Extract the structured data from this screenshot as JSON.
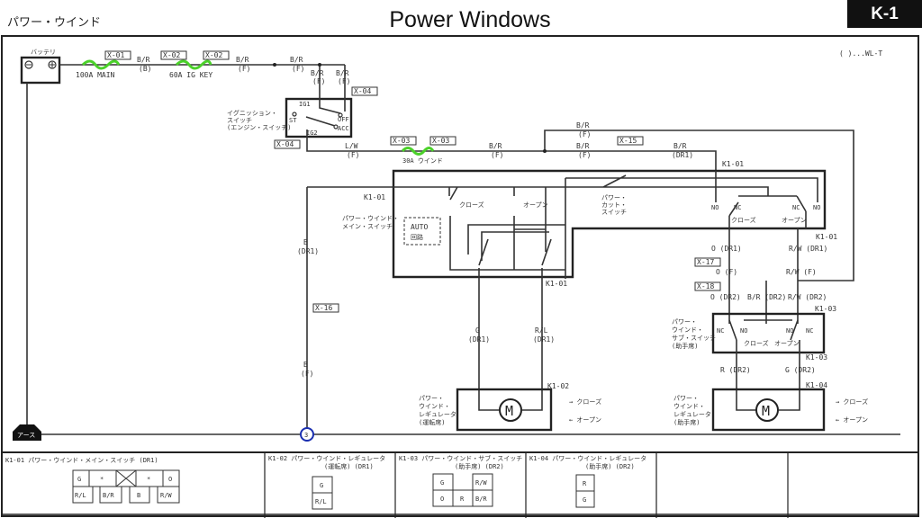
{
  "header": {
    "section_jp": "パワー・ウインド",
    "title": "Power Windows",
    "code": "K-1"
  },
  "legend_note": "( )...WL-T",
  "components": {
    "battery": "バッテリ",
    "fuse_main": "100A MAIN",
    "fuse_ig": "60A IG KEY",
    "fuse_window": "30A ウインド",
    "ignition_switch": [
      "イグニッション・",
      "スイッチ",
      "(エンジン・スイッチ)"
    ],
    "ig_terminals": {
      "ig1": "IG1",
      "ig2": "IG2",
      "st": "ST",
      "off": "OFF",
      "acc": "ACC"
    },
    "main_switch": [
      "パワー・ウインド・",
      "メイン・スイッチ"
    ],
    "auto": [
      "AUTO",
      "回路"
    ],
    "close": "クローズ",
    "open": "オープン",
    "power_cut": [
      "パワー・",
      "カット・",
      "スイッチ"
    ],
    "no": "NO",
    "nc": "NC",
    "sub_switch": [
      "パワー・",
      "ウインド・",
      "サブ・スイッチ",
      "(助手席)"
    ],
    "regulator_driver": [
      "パワー・",
      "ウインド・",
      "レギュレータ",
      "(運転席)"
    ],
    "regulator_passenger": [
      "パワー・",
      "ウインド・",
      "レギュレータ",
      "(助手席)"
    ],
    "motor": "M",
    "arrow_close": "→ クローズ",
    "arrow_open": "← オープン",
    "ground": "アース",
    "ground_point": "3"
  },
  "connectors": {
    "x01": "X-01",
    "x02": "X-02",
    "x03": "X-03",
    "x04": "X-04",
    "x15": "X-15",
    "x16": "X-16",
    "x17": "X-17",
    "x18": "X-18",
    "k101": "K1-01",
    "k102": "K1-02",
    "k103": "K1-03",
    "k104": "K1-04"
  },
  "wires": {
    "br_b": [
      "B/R",
      "(B)"
    ],
    "br_f": [
      "B/R",
      "(F)"
    ],
    "lw_f": [
      "L/W",
      "(F)"
    ],
    "br_dr1": [
      "B/R",
      "(DR1)"
    ],
    "b_dr1": [
      "B",
      "(DR1)"
    ],
    "b_f": [
      "B",
      "(F)"
    ],
    "g_dr1": [
      "G",
      "(DR1)"
    ],
    "rl_dr1": [
      "R/L",
      "(DR1)"
    ],
    "o_dr1": "O (DR1)",
    "rw_dr1": "R/W (DR1)",
    "o_f": "O (F)",
    "rw_f": "R/W (F)",
    "o_dr2": "O (DR2)",
    "br_dr2": "B/R (DR2)",
    "rw_dr2": "R/W (DR2)",
    "r_dr2": "R (DR2)",
    "g_dr2": "G (DR2)"
  },
  "connector_table": [
    {
      "title": "K1-01 パワー・ウインド・メイン・スイッチ (DR1)",
      "pins": [
        "G",
        "*",
        "*",
        "O",
        "R/L",
        "B/R",
        "B",
        "R/W"
      ]
    },
    {
      "title": "K1-02 パワー・ウインド・レギュレータ",
      "sub": "(運転席) (DR1)",
      "pins": [
        "G",
        "R/L"
      ]
    },
    {
      "title": "K1-03 パワー・ウインド・サブ・スイッチ",
      "sub": "(助手席) (DR2)",
      "pins": [
        "G",
        "R/W",
        "O",
        "R",
        "B/R"
      ]
    },
    {
      "title": "K1-04 パワー・ウインド・レギュレータ",
      "sub": "(助手席) (DR2)",
      "pins": [
        "R",
        "G"
      ]
    }
  ],
  "colors": {
    "fuse": "#4bd12a",
    "ground_point": "#1a2fb0",
    "line": "#333333"
  }
}
